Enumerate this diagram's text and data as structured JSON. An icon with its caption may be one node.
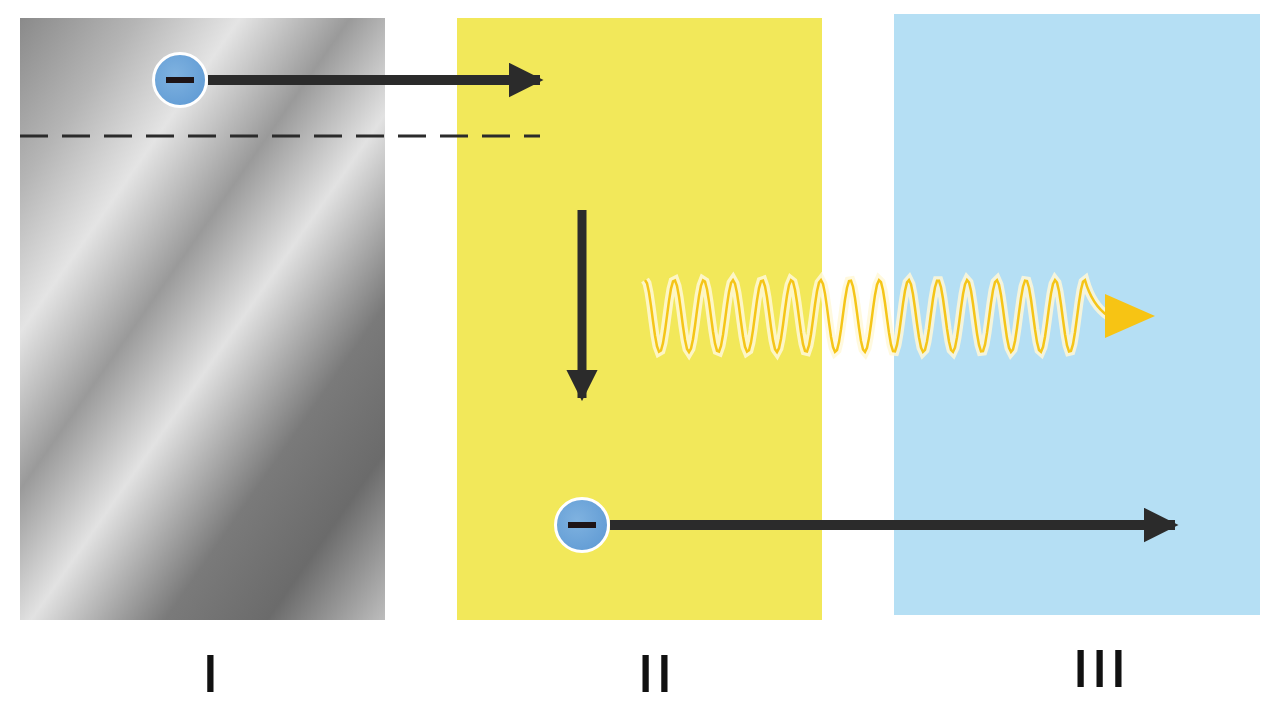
{
  "diagram": {
    "nodes": [
      {
        "text": [
          "I"
        ]
      },
      {
        "text": [],
        "shape": "circle",
        "in": 0
      },
      {
        "text": [
          "II"
        ]
      },
      {
        "text": [],
        "shape": "circle",
        "in": 2
      },
      {
        "text": [
          "III"
        ]
      }
    ],
    "edges": [
      {
        "from": 1,
        "to": null,
        "arrow": "to"
      },
      {
        "from": 3,
        "to": 4,
        "arrow": "to"
      }
    ]
  }
}
